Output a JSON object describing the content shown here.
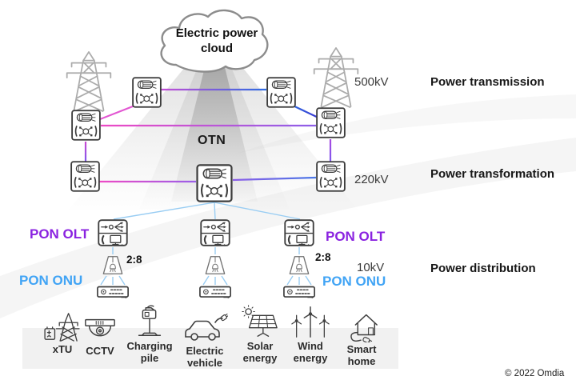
{
  "cloud": {
    "label": "Electric power cloud"
  },
  "network": {
    "otn_label": "OTN"
  },
  "pon": {
    "olt_label": "PON OLT",
    "onu_label": "PON ONU",
    "split_ratio": "2:8"
  },
  "stages": [
    {
      "voltage": "500kV",
      "label": "Power transmission"
    },
    {
      "voltage": "220kV",
      "label": "Power transformation"
    },
    {
      "voltage": "10kV",
      "label": "Power distribution"
    }
  ],
  "endpoints": [
    {
      "label": "xTU"
    },
    {
      "label": "CCTV"
    },
    {
      "label": "Charging pile"
    },
    {
      "label": "Electric vehicle"
    },
    {
      "label": "Solar energy"
    },
    {
      "label": "Wind energy"
    },
    {
      "label": "Smart home"
    }
  ],
  "footer": {
    "copyright": "© 2022 Omdia"
  },
  "colors": {
    "pon_olt_text": "#8a22e0",
    "pon_onu_text": "#41a4f5",
    "otn_line_magenta": "#e94fc9",
    "otn_line_blue": "#2e6ce2",
    "otn_line_purple": "#8d5fe8",
    "pon_link_blue": "#99cdf3"
  }
}
